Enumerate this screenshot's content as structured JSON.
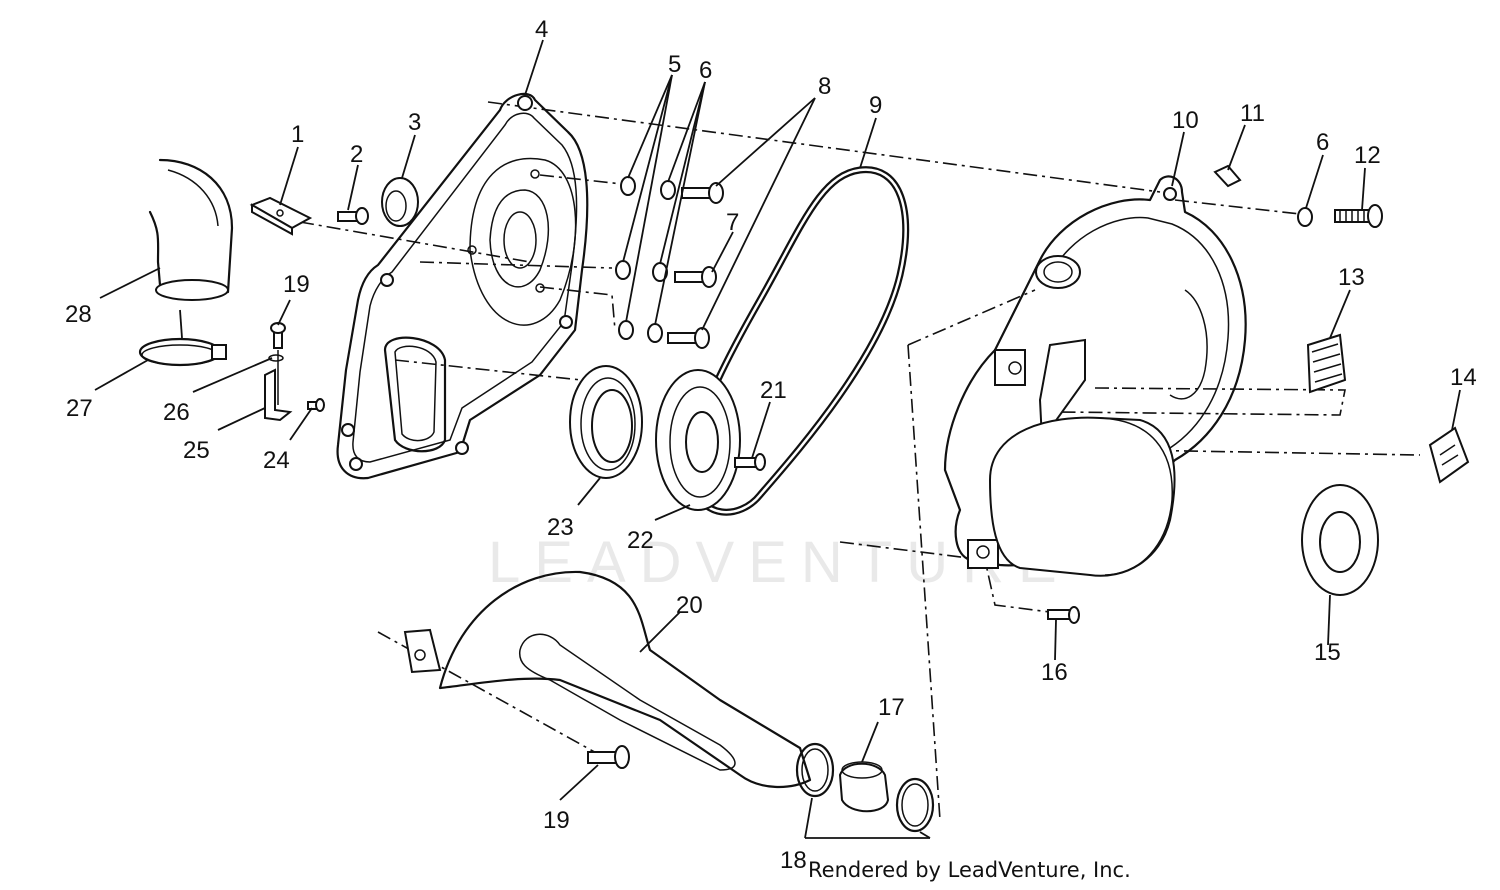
{
  "watermark": "LEADVENTURE",
  "credit": "Rendered by LeadVenture, Inc.",
  "callouts": [
    {
      "id": "c1",
      "text": "1"
    },
    {
      "id": "c2",
      "text": "2"
    },
    {
      "id": "c3",
      "text": "3"
    },
    {
      "id": "c4",
      "text": "4"
    },
    {
      "id": "c5",
      "text": "5"
    },
    {
      "id": "c6a",
      "text": "6"
    },
    {
      "id": "c6b",
      "text": "6"
    },
    {
      "id": "c7",
      "text": "7"
    },
    {
      "id": "c8",
      "text": "8"
    },
    {
      "id": "c9",
      "text": "9"
    },
    {
      "id": "c10",
      "text": "10"
    },
    {
      "id": "c11",
      "text": "11"
    },
    {
      "id": "c12",
      "text": "12"
    },
    {
      "id": "c13",
      "text": "13"
    },
    {
      "id": "c14",
      "text": "14"
    },
    {
      "id": "c15",
      "text": "15"
    },
    {
      "id": "c16",
      "text": "16"
    },
    {
      "id": "c17",
      "text": "17"
    },
    {
      "id": "c18",
      "text": "18"
    },
    {
      "id": "c19a",
      "text": "19"
    },
    {
      "id": "c19b",
      "text": "19"
    },
    {
      "id": "c20",
      "text": "20"
    },
    {
      "id": "c21",
      "text": "21"
    },
    {
      "id": "c22",
      "text": "22"
    },
    {
      "id": "c23",
      "text": "23"
    },
    {
      "id": "c24",
      "text": "24"
    },
    {
      "id": "c25",
      "text": "25"
    },
    {
      "id": "c26",
      "text": "26"
    },
    {
      "id": "c27",
      "text": "27"
    },
    {
      "id": "c28",
      "text": "28"
    }
  ]
}
